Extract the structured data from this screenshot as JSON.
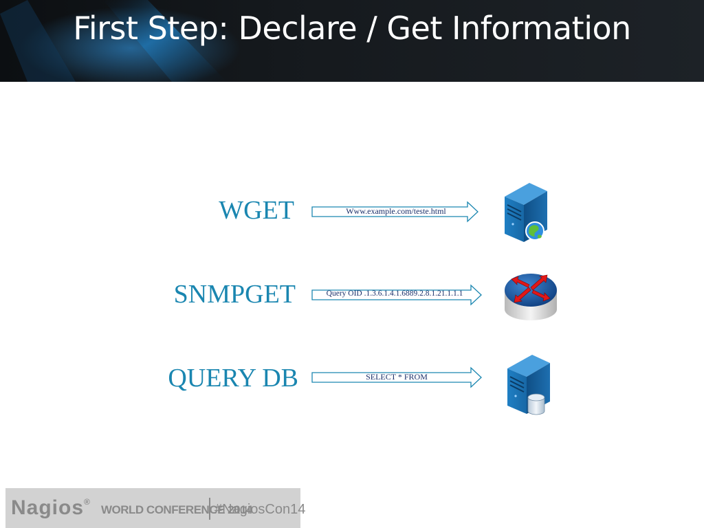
{
  "slide": {
    "title": "First Step: Declare / Get Information"
  },
  "rows": [
    {
      "label": "WGET",
      "arrow_text": "Www.example.com/teste.html",
      "device_icon": "web-server-icon"
    },
    {
      "label": "SNMPGET",
      "arrow_text": "Query OID .1.3.6.1.4.1.6889.2.8.1.21.1.1.1",
      "device_icon": "router-icon"
    },
    {
      "label": "QUERY DB",
      "arrow_text": "SELECT * FROM",
      "device_icon": "database-server-icon"
    }
  ],
  "footer": {
    "brand": "Nagios",
    "registered": "®",
    "conference": "WORLD CONFERENCE 2014",
    "hashtag": "#NagiosCon14"
  },
  "colors": {
    "label": "#1a86b0",
    "header_bg": "#15191d",
    "header_streak": "#1f6fa8",
    "footer_bg": "#d2d2d2"
  }
}
